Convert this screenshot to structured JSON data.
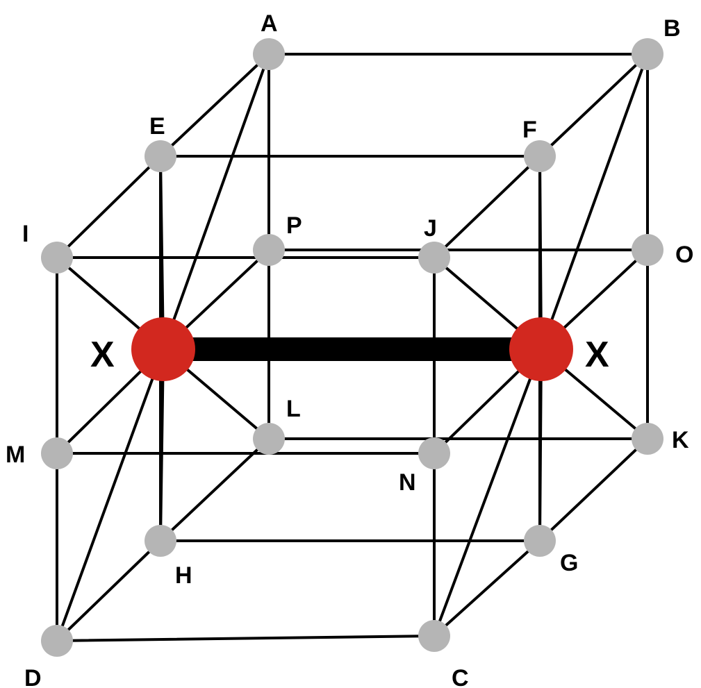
{
  "colors": {
    "background": "#ffffff",
    "edge": "#000000",
    "lattice_node": "#b5b5b5",
    "x_node": "#d2281f"
  },
  "lattice_labels": [
    "A",
    "B",
    "C",
    "D",
    "E",
    "F",
    "G",
    "H",
    "I",
    "J",
    "K",
    "L",
    "M",
    "N",
    "O",
    "P"
  ],
  "x_labels": [
    "X",
    "X"
  ],
  "edges": [
    [
      "A",
      "B"
    ],
    [
      "E",
      "F"
    ],
    [
      "D",
      "C"
    ],
    [
      "H",
      "G"
    ],
    [
      "A",
      "E"
    ],
    [
      "E",
      "I"
    ],
    [
      "B",
      "F"
    ],
    [
      "F",
      "J"
    ],
    [
      "D",
      "H"
    ],
    [
      "H",
      "L"
    ],
    [
      "C",
      "G"
    ],
    [
      "G",
      "K"
    ],
    [
      "A",
      "P"
    ],
    [
      "P",
      "L"
    ],
    [
      "E",
      "H"
    ],
    [
      "I",
      "M"
    ],
    [
      "M",
      "D"
    ],
    [
      "B",
      "O"
    ],
    [
      "O",
      "K"
    ],
    [
      "F",
      "G"
    ],
    [
      "J",
      "N"
    ],
    [
      "N",
      "C"
    ],
    [
      "I",
      "J"
    ],
    [
      "P",
      "O"
    ],
    [
      "M",
      "N"
    ],
    [
      "L",
      "K"
    ],
    [
      "XL",
      "A"
    ],
    [
      "XL",
      "E"
    ],
    [
      "XL",
      "I"
    ],
    [
      "XL",
      "P"
    ],
    [
      "XL",
      "M"
    ],
    [
      "XL",
      "L"
    ],
    [
      "XL",
      "H"
    ],
    [
      "XL",
      "D"
    ],
    [
      "XR",
      "B"
    ],
    [
      "XR",
      "F"
    ],
    [
      "XR",
      "J"
    ],
    [
      "XR",
      "O"
    ],
    [
      "XR",
      "N"
    ],
    [
      "XR",
      "K"
    ],
    [
      "XR",
      "G"
    ],
    [
      "XR",
      "C"
    ]
  ],
  "bonds": [
    [
      "XL",
      "XR"
    ]
  ]
}
